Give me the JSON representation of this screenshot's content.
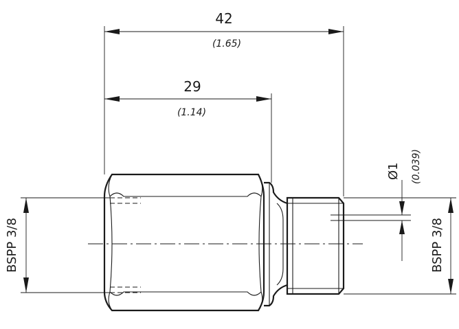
{
  "dimensions": {
    "overall_length": {
      "value": "42",
      "inch": "(1.65)"
    },
    "hex_length": {
      "value": "29",
      "inch": "(1.14)"
    },
    "orifice": {
      "value": "Ø1",
      "inch": "(0.039)"
    },
    "thread_left": {
      "value": "BSPP 3/8"
    },
    "thread_right": {
      "value": "BSPP 3/8"
    }
  }
}
